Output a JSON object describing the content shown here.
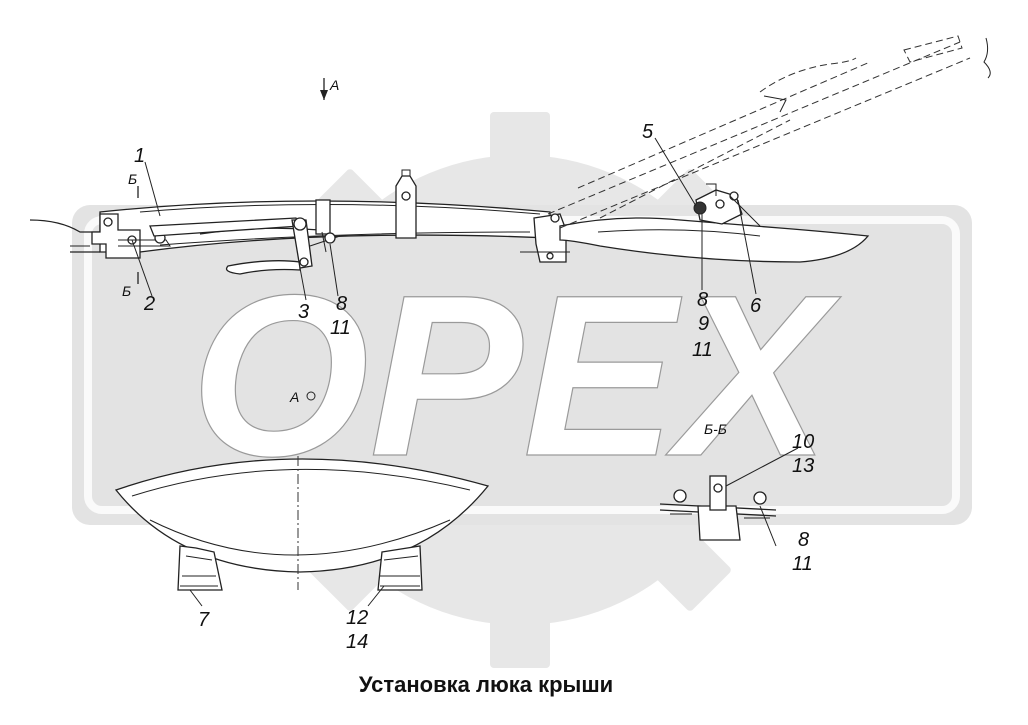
{
  "diagram": {
    "caption": "Установка люка крыши",
    "watermark": "OPEX",
    "view_marks": {
      "view_a_arrow": "А",
      "view_a_point": "А",
      "section_top": "Б",
      "section_bottom": "Б",
      "section_title": "Б-Б"
    },
    "callouts": {
      "c1": "1",
      "c2": "2",
      "c3": "3",
      "c5": "5",
      "c6": "6",
      "c7": "7",
      "c8a": "8",
      "c11a": "11",
      "c8b": "8",
      "c9b": "9",
      "c11b": "11",
      "c10": "10",
      "c13": "13",
      "c8c": "8",
      "c11c": "11",
      "c12": "12",
      "c14": "14"
    }
  }
}
